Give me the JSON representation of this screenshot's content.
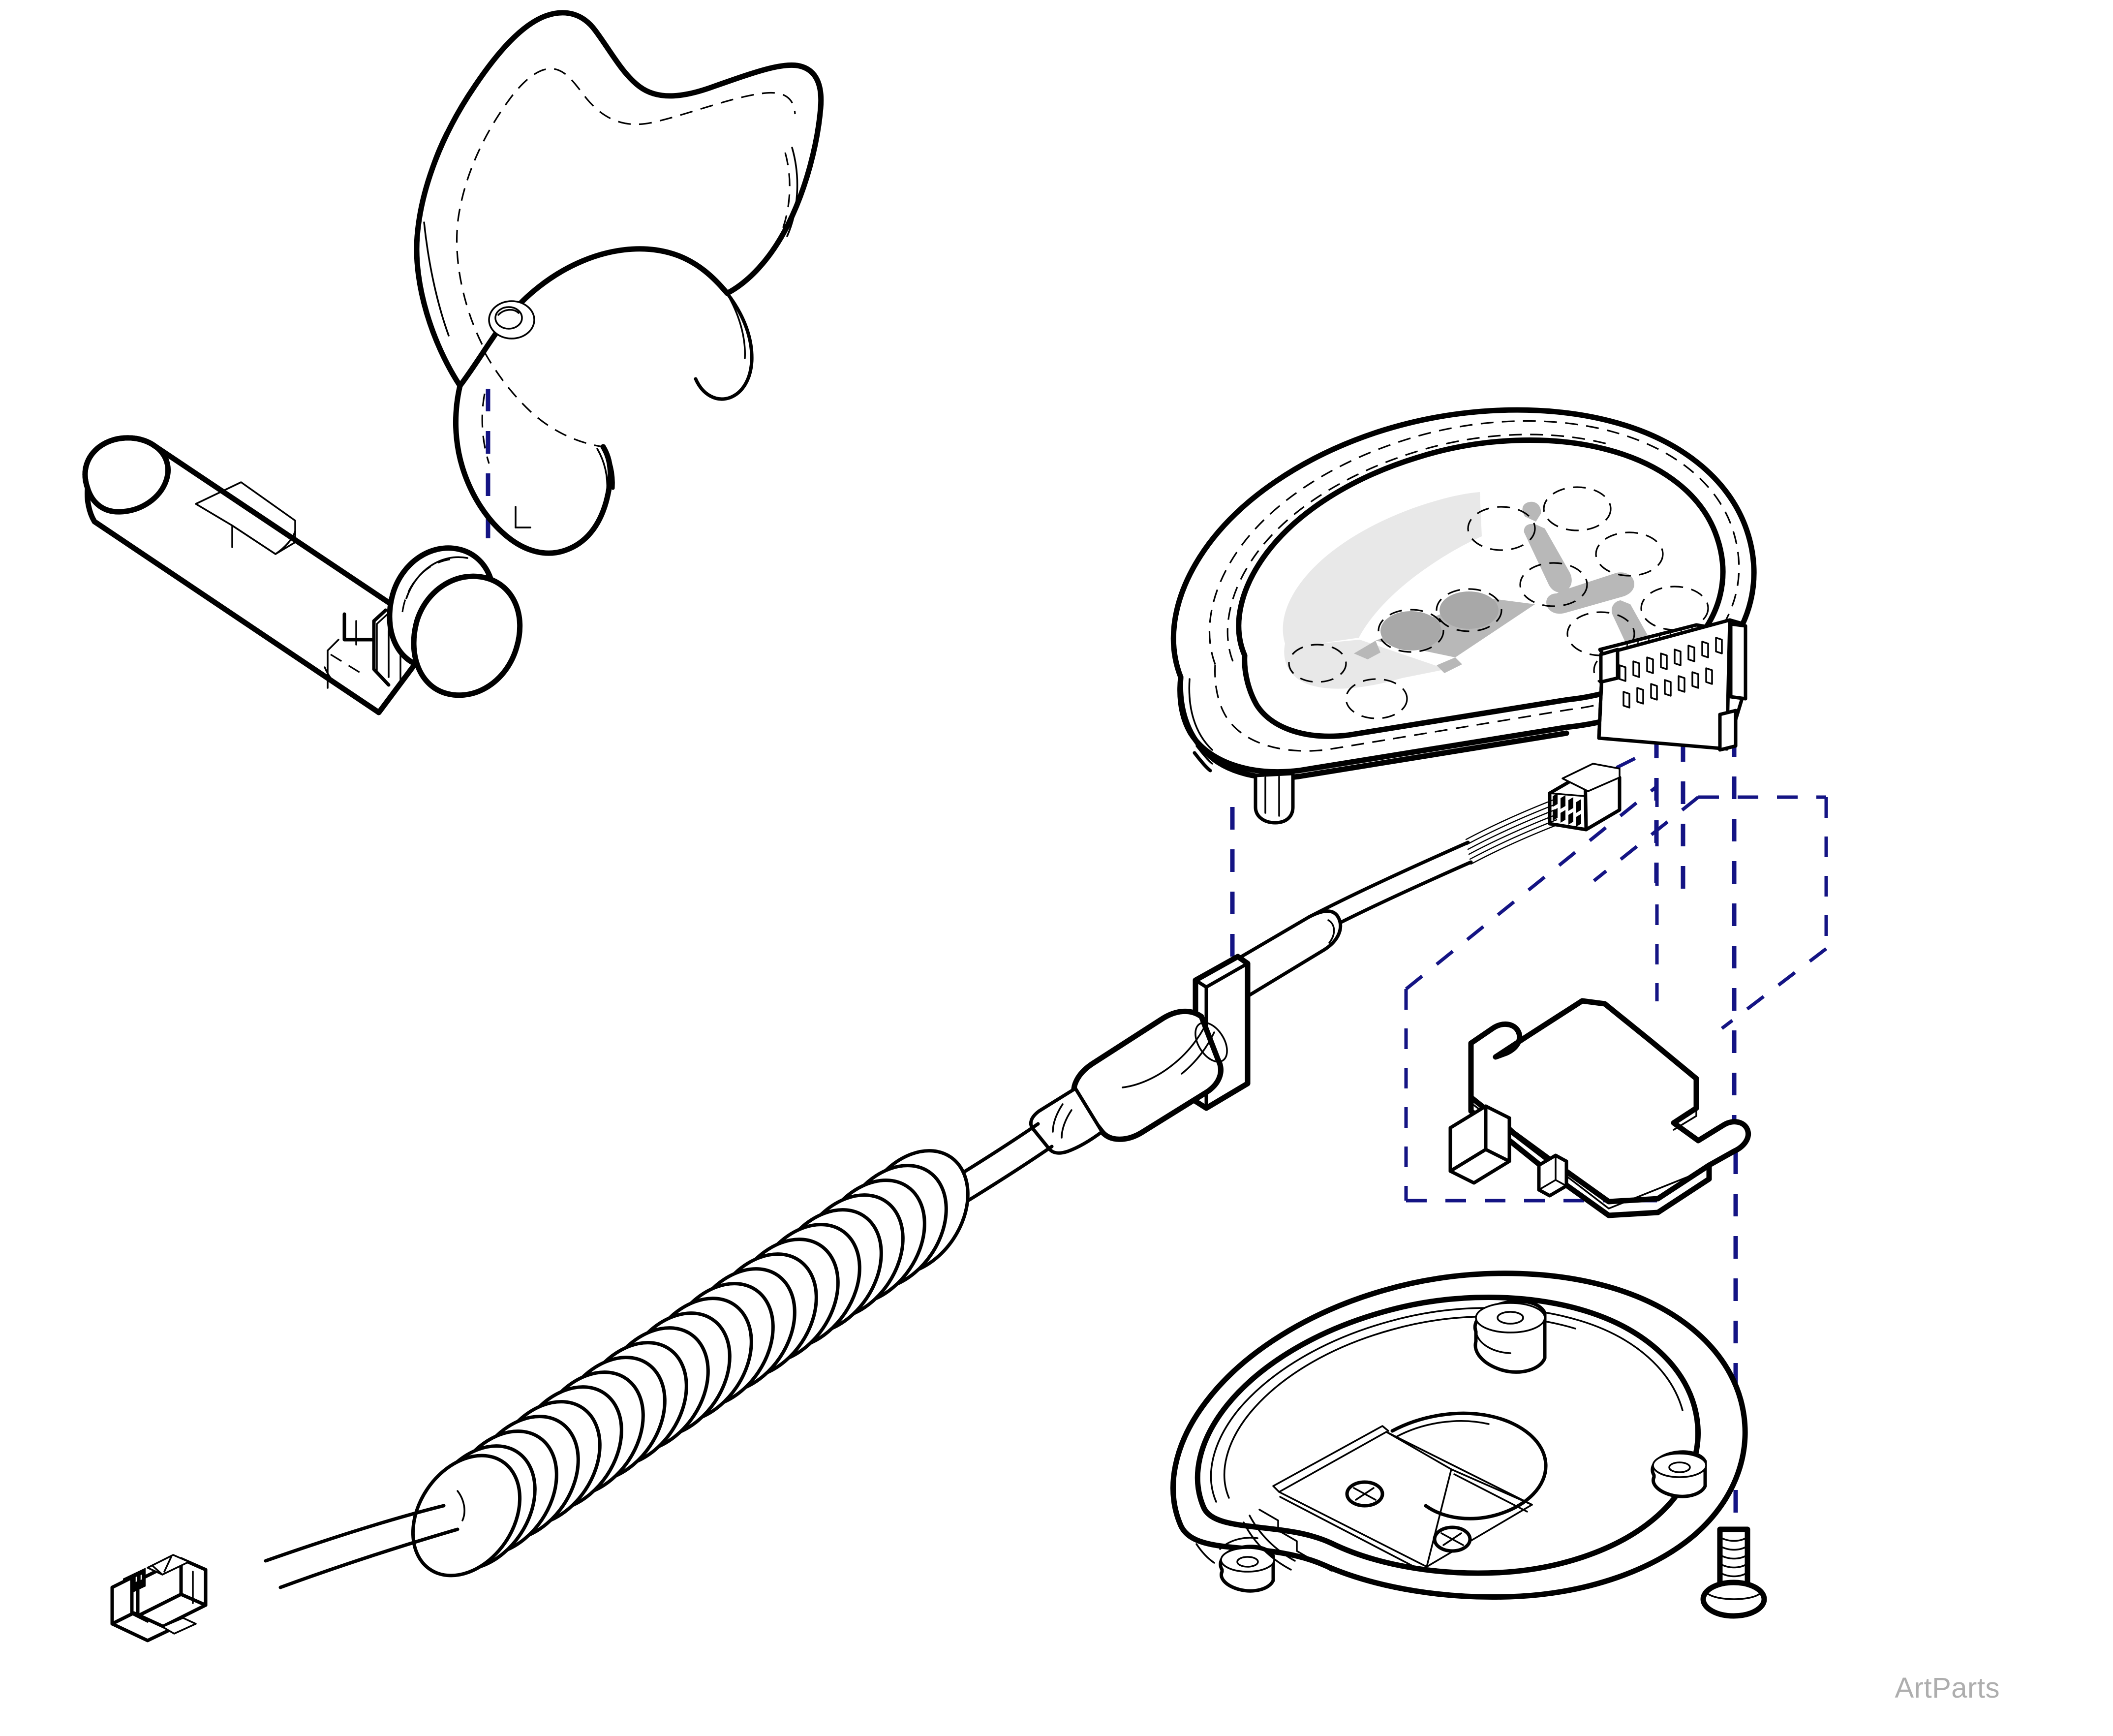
{
  "document": {
    "kind": "exploded-parts-diagram",
    "subject": "Handheld control handset / pendant assembly",
    "background_color": "#ffffff",
    "line_color": "#000000",
    "guide_color": "#141484",
    "accent_gray": "#b8b8b8",
    "screen_gray": "#e8e8e8"
  },
  "watermark": {
    "text": "ArtParts",
    "color": "#aeaeae",
    "position": "bottom-right"
  },
  "parts": [
    {
      "id": "grip-shroud",
      "name": "Grip Shroud / Saddle Cover",
      "position": "top-left-upper",
      "features": [
        "curved saddle body",
        "small circular boss hole",
        "dashed inner seam lines"
      ]
    },
    {
      "id": "handle-grip",
      "name": "Cylindrical Handle Grip",
      "position": "left-upper",
      "features": [
        "long cylinder",
        "recessed label window",
        "splined end cap",
        "round end cap disc"
      ]
    },
    {
      "id": "upper-housing",
      "name": "Upper Housing with Keypad Membrane",
      "position": "right-upper",
      "features": [
        "teardrop shell",
        "recessed keypad well",
        "eight dashed button circles",
        "gray crossbar accents",
        "gray toggle panel",
        "light gray display area",
        "ribbon header connector"
      ]
    },
    {
      "id": "ribbon-connector",
      "name": "Ribbon Cable Header Connector",
      "position": "right-upper-lower-edge",
      "features": [
        "multi-pin header",
        "flat ribbon",
        "end latches"
      ]
    },
    {
      "id": "wire-harness-connector",
      "name": "Wire Harness Plug Connector",
      "position": "center",
      "features": [
        "rectangular shell",
        "multi-conductor wires"
      ]
    },
    {
      "id": "strain-relief",
      "name": "Strain Relief Boot with Mounting Flange",
      "position": "center-left",
      "features": [
        "tapered boot",
        "square flange plate",
        "cable sleeve"
      ]
    },
    {
      "id": "coiled-cord",
      "name": "Coiled Cable Assembly",
      "position": "left-lower",
      "features": [
        "helical coil section",
        "straight lead-in",
        "straight lead-out"
      ]
    },
    {
      "id": "modular-plug",
      "name": "Modular RJ Plug",
      "position": "bottom-left",
      "features": [
        "latching tab",
        "contact pins",
        "cable entry"
      ]
    },
    {
      "id": "pcb-board",
      "name": "Printed Circuit Board",
      "position": "right-middle",
      "features": [
        "notched outline",
        "mounting cutouts",
        "component block",
        "board thickness edge"
      ]
    },
    {
      "id": "lower-housing",
      "name": "Lower Housing Shell",
      "position": "right-lower",
      "features": [
        "teardrop base shell",
        "screw bosses",
        "two Phillips screws installed",
        "internal ribs",
        "cable channel"
      ]
    },
    {
      "id": "assembly-screw",
      "name": "Assembly Screw",
      "position": "right-lower-right",
      "features": [
        "pan head",
        "threaded shank"
      ]
    }
  ],
  "guides": {
    "description": "Dashed navy assembly alignment lines and boxes indicating part fit direction",
    "count": 9
  }
}
